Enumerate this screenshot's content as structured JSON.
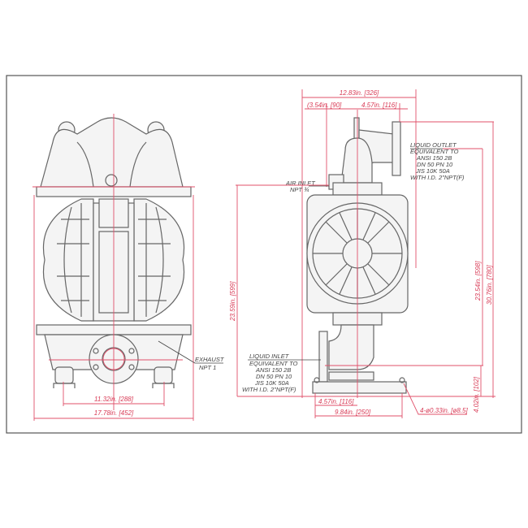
{
  "drawing": {
    "colors": {
      "dimension": "#e0506a",
      "outline": "#666666"
    },
    "front_view": {
      "dim_feet_spacing": "11.32in. [288]",
      "dim_overall_width": "17.78in. [452]",
      "exhaust_label": "EXHAUST",
      "exhaust_size": "NPT 1"
    },
    "side_view": {
      "dim_overall_depth": "12.83in. [326]",
      "dim_left_offset": "(3.54in. [90]",
      "dim_right_offset": "4.57in. [116]",
      "air_inlet_label": "AIR INLET",
      "air_inlet_size": "NPT ¾",
      "liquid_outlet": [
        "LIQUID OUTLET",
        "EQUIVALENT TO",
        "ANSI 150 2B",
        "DN 50 PN 10",
        "JIS 10K 50A",
        "WITH I.D. 2\"NPT(F)"
      ],
      "liquid_inlet": [
        "LIQUID INLET",
        "EQUIVALENT TO",
        "ANSI 150 2B",
        "DN 50 PN 10",
        "JIS 10K 50A",
        "WITH I.D. 2\"NPT(F)"
      ],
      "dim_air_inlet_height": "23.59in. [599]",
      "dim_outlet_height": "23.54in. [598]",
      "dim_overall_height": "30.76in. [780]",
      "dim_inlet_height": "4.02in. [102]",
      "dim_base_offset": "4.57in. [116]",
      "dim_base_width": "9.84in. [250]",
      "dim_mount_holes": "4-ø0.33in. [ø8.5]"
    }
  }
}
